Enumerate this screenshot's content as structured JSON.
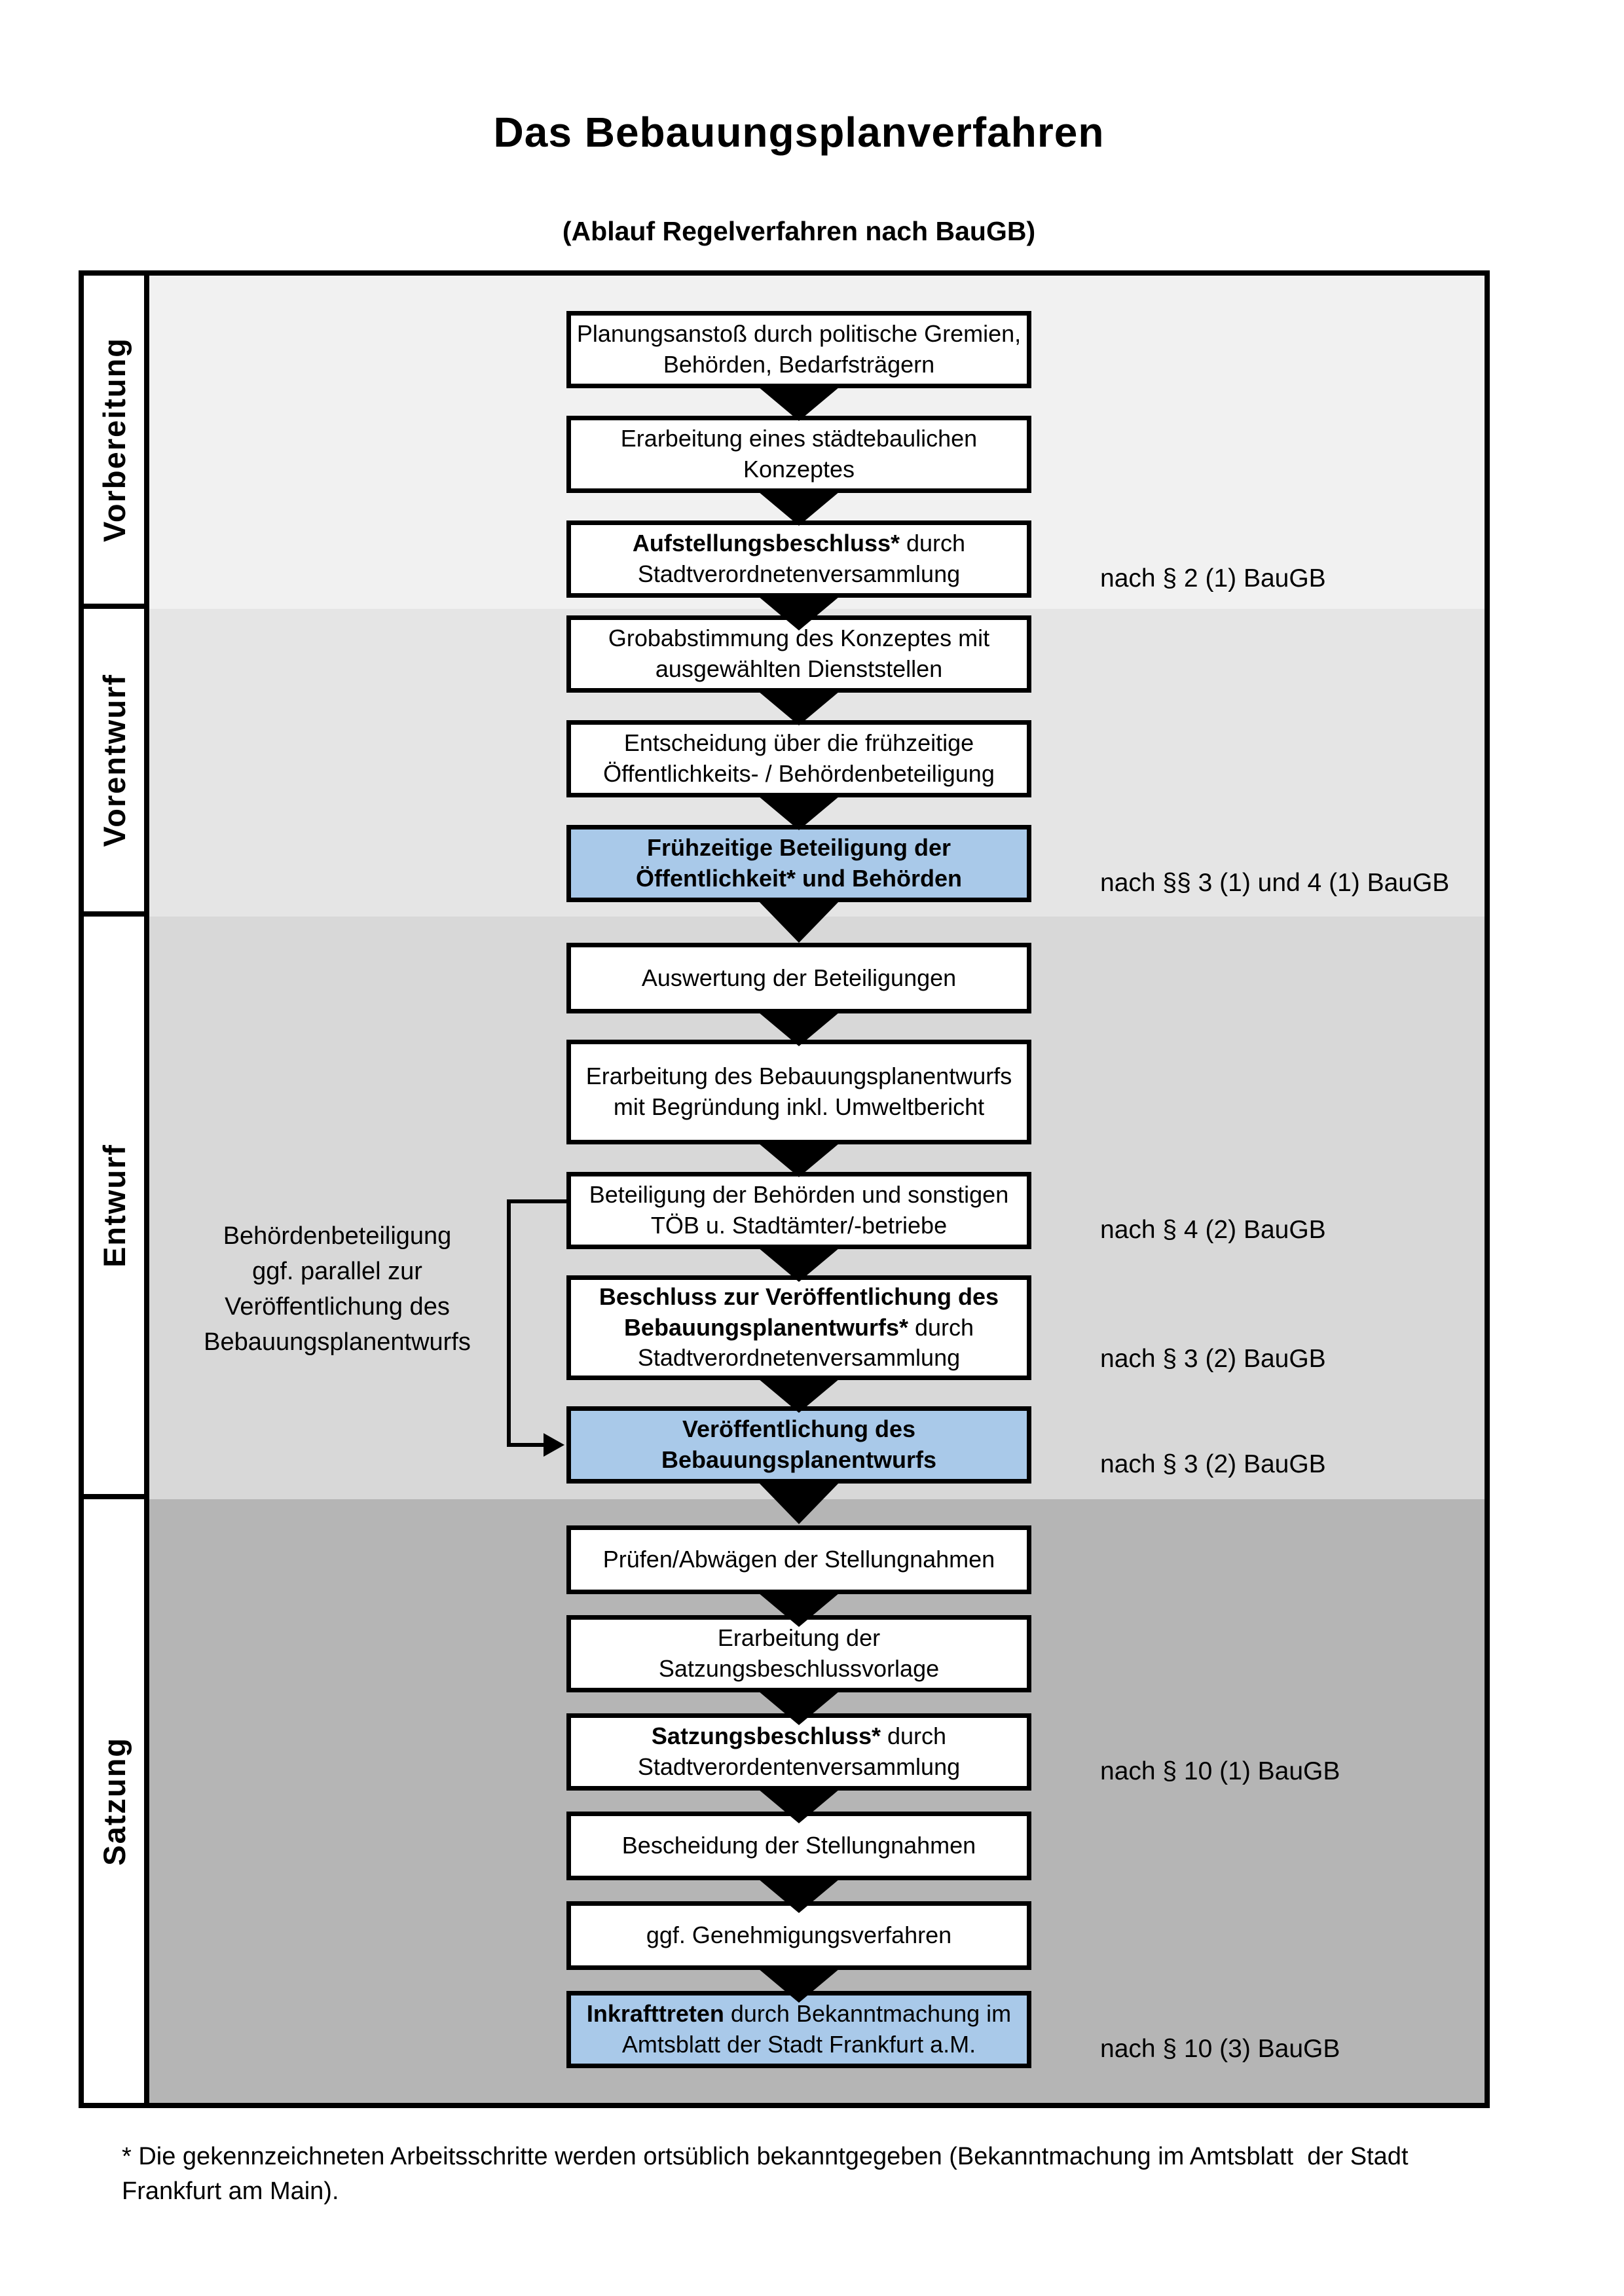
{
  "page": {
    "title": "Das Bebauungsplanverfahren",
    "subtitle": "(Ablauf Regelverfahren nach BauGB)"
  },
  "colors": {
    "highlight_blue": "#a9c9e9",
    "box_border": "#000000",
    "arrow": "#000000",
    "frame_border": "#000000"
  },
  "sections": [
    {
      "label": "Vorbereitung",
      "bg_color": "#f1f1f1"
    },
    {
      "label": "Vorentwurf",
      "bg_color": "#e5e5e5"
    },
    {
      "label": "Entwurf",
      "bg_color": "#d8d8d8"
    },
    {
      "label": "Satzung",
      "bg_color": "#b5b5b5"
    }
  ],
  "flow": {
    "steps": [
      {
        "highlight": false,
        "segments": [
          {
            "text": "Planungsanstoß durch politische Gremien, Behörden, Bedarfsträgern",
            "bold": false
          }
        ]
      },
      {
        "highlight": false,
        "segments": [
          {
            "text": "Erarbeitung eines städtebaulichen Konzeptes",
            "bold": false
          }
        ]
      },
      {
        "highlight": false,
        "segments": [
          {
            "text": "Aufstellungsbeschluss*",
            "bold": true
          },
          {
            "text": " durch Stadtverordnetenversammlung",
            "bold": false
          }
        ]
      },
      {
        "highlight": false,
        "segments": [
          {
            "text": "Grobabstimmung des Konzeptes mit ausgewählten Dienststellen",
            "bold": false
          }
        ]
      },
      {
        "highlight": false,
        "segments": [
          {
            "text": "Entscheidung über die frühzeitige Öffentlichkeits- / Behördenbeteiligung",
            "bold": false
          }
        ]
      },
      {
        "highlight": true,
        "segments": [
          {
            "text": "Frühzeitige Beteiligung der Öffentlichkeit* und Behörden",
            "bold": true
          }
        ]
      },
      {
        "highlight": false,
        "segments": [
          {
            "text": "Auswertung der Beteiligungen",
            "bold": false
          }
        ]
      },
      {
        "highlight": false,
        "segments": [
          {
            "text": "Erarbeitung des Bebauungsplanentwurfs mit Begründung inkl. Umweltbericht",
            "bold": false
          }
        ]
      },
      {
        "highlight": false,
        "segments": [
          {
            "text": "Beteiligung der Behörden und sonstigen TÖB u. Stadtämter/-betriebe",
            "bold": false
          }
        ]
      },
      {
        "highlight": false,
        "segments": [
          {
            "text": "Beschluss zur Veröffentlichung des Bebauungsplanentwurfs*",
            "bold": true
          },
          {
            "text": " durch Stadtverordnetenversammlung",
            "bold": false
          }
        ]
      },
      {
        "highlight": true,
        "segments": [
          {
            "text": "Veröffentlichung des Bebauungsplanentwurfs",
            "bold": true
          }
        ]
      },
      {
        "highlight": false,
        "segments": [
          {
            "text": "Prüfen/Abwägen der Stellungnahmen",
            "bold": false
          }
        ]
      },
      {
        "highlight": false,
        "segments": [
          {
            "text": "Erarbeitung der Satzungsbeschlussvorlage",
            "bold": false
          }
        ]
      },
      {
        "highlight": false,
        "segments": [
          {
            "text": "Satzungsbeschluss*",
            "bold": true
          },
          {
            "text": " durch Stadtverordentenversammlung",
            "bold": false
          }
        ]
      },
      {
        "highlight": false,
        "segments": [
          {
            "text": "Bescheidung der Stellungnahmen",
            "bold": false
          }
        ]
      },
      {
        "highlight": false,
        "segments": [
          {
            "text": "ggf. Genehmigungsverfahren",
            "bold": false
          }
        ]
      },
      {
        "highlight": true,
        "segments": [
          {
            "text": "Inkrafttreten",
            "bold": true
          },
          {
            "text": " durch Bekanntmachung im Amtsblatt der Stadt Frankfurt a.M.",
            "bold": false
          }
        ]
      }
    ],
    "law_refs": [
      {
        "text": "nach § 2 (1) BauGB"
      },
      {
        "text": "nach §§ 3 (1) und 4 (1) BauGB"
      },
      {
        "text": "nach § 4 (2) BauGB"
      },
      {
        "text": "nach § 3 (2) BauGB"
      },
      {
        "text": "nach § 3 (2) BauGB"
      },
      {
        "text": "nach § 10 (1) BauGB"
      },
      {
        "text": "nach § 10 (3) BauGB"
      }
    ],
    "side_note": "Behördenbeteiligung\nggf. parallel zur\nVeröffentlichung des\nBebauungsplanentwurfs"
  },
  "footnote": "* Die gekennzeichneten Arbeitsschritte werden ortsüblich bekanntgegeben (Bekanntmachung im Amtsblatt  der Stadt\nFrankfurt am Main)."
}
